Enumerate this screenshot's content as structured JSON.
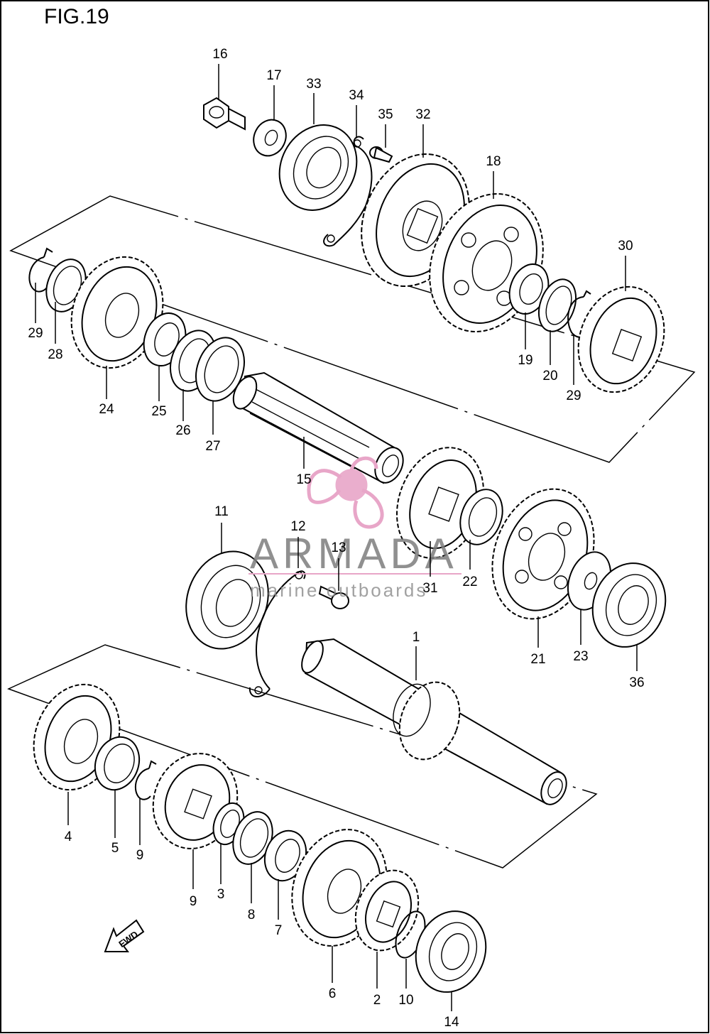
{
  "figure": {
    "title": "FIG.19"
  },
  "watermark": {
    "brand": "ARMADA",
    "tagline": "marine outboards",
    "accent_color": "#e8a6c8",
    "text_color": "#7d7d7d"
  },
  "fwd_arrow": {
    "label": "FWD"
  },
  "callouts": [
    {
      "id": "c16",
      "label": "16"
    },
    {
      "id": "c17",
      "label": "17"
    },
    {
      "id": "c33",
      "label": "33"
    },
    {
      "id": "c34",
      "label": "34"
    },
    {
      "id": "c35",
      "label": "35"
    },
    {
      "id": "c32",
      "label": "32"
    },
    {
      "id": "c18",
      "label": "18"
    },
    {
      "id": "c30",
      "label": "30"
    },
    {
      "id": "c29a",
      "label": "29"
    },
    {
      "id": "c28",
      "label": "28"
    },
    {
      "id": "c24",
      "label": "24"
    },
    {
      "id": "c25",
      "label": "25"
    },
    {
      "id": "c26",
      "label": "26"
    },
    {
      "id": "c27",
      "label": "27"
    },
    {
      "id": "c15",
      "label": "15"
    },
    {
      "id": "c19",
      "label": "19"
    },
    {
      "id": "c20",
      "label": "20"
    },
    {
      "id": "c29b",
      "label": "29"
    },
    {
      "id": "c11",
      "label": "11"
    },
    {
      "id": "c12",
      "label": "12"
    },
    {
      "id": "c13",
      "label": "13"
    },
    {
      "id": "c31",
      "label": "31"
    },
    {
      "id": "c22",
      "label": "22"
    },
    {
      "id": "c21",
      "label": "21"
    },
    {
      "id": "c23",
      "label": "23"
    },
    {
      "id": "c36",
      "label": "36"
    },
    {
      "id": "c1",
      "label": "1"
    },
    {
      "id": "c4",
      "label": "4"
    },
    {
      "id": "c5",
      "label": "5"
    },
    {
      "id": "c9a",
      "label": "9"
    },
    {
      "id": "c9b",
      "label": "9"
    },
    {
      "id": "c3",
      "label": "3"
    },
    {
      "id": "c8",
      "label": "8"
    },
    {
      "id": "c7",
      "label": "7"
    },
    {
      "id": "c6",
      "label": "6"
    },
    {
      "id": "c2",
      "label": "2"
    },
    {
      "id": "c10",
      "label": "10"
    },
    {
      "id": "c14",
      "label": "14"
    }
  ]
}
